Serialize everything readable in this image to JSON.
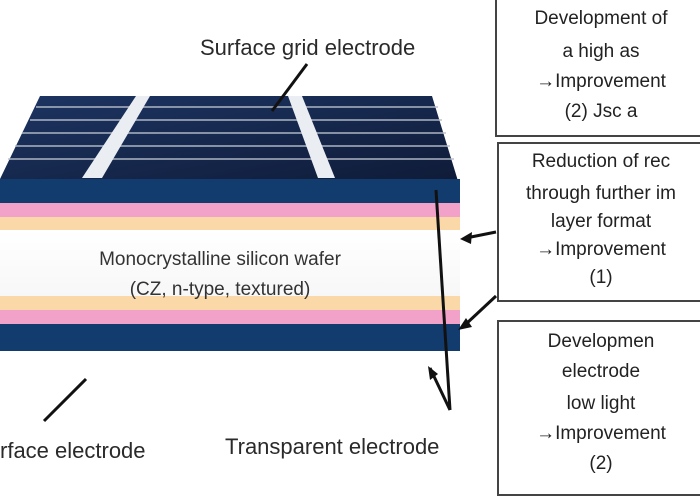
{
  "labels": {
    "surface_grid": "Surface grid electrode",
    "wafer_line1": "Monocrystalline silicon wafer",
    "wafer_line2": "(CZ, n-type, textured)",
    "back_electrode": "rface electrode",
    "transparent_electrode": "Transparent electrode"
  },
  "notes": {
    "top": [
      "Development of",
      "a high as",
      "→Improvement",
      "(2) Jsc a"
    ],
    "middle": [
      "Reduction of rec",
      "through further im",
      "layer format",
      "→Improvement",
      "(1)"
    ],
    "bottom": [
      "Developmen",
      "electrode",
      "low light",
      "→Improvement",
      "(2)"
    ]
  },
  "colors": {
    "navy": "#123b6e",
    "pink": "#f2a1c9",
    "peach": "#fbd8a7",
    "cell_top": "#1a2c52",
    "grid_line": "#b8bfcb"
  }
}
